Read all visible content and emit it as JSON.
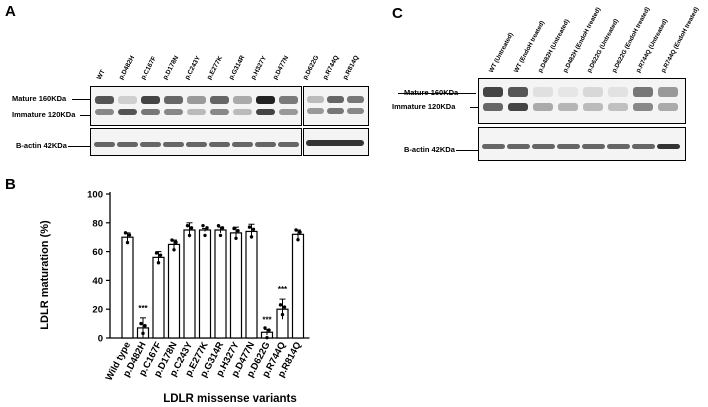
{
  "panels": {
    "a": "A",
    "b": "B",
    "c": "C"
  },
  "panelA": {
    "lanes": [
      "WT",
      "p.D482H",
      "p.C167F",
      "p.D178N",
      "p.C243Y",
      "p.E277K",
      "p.G314R",
      "p.H327Y",
      "p.D477N",
      "p.D622G",
      "p.R744Q",
      "p.R814Q"
    ],
    "mature_label": "Mature",
    "mature_kda": "160KDa",
    "immature_label": "Immature",
    "immature_kda": "120KDa",
    "actin_label": "B-actin",
    "actin_kda": "42KDa"
  },
  "panelC": {
    "lanes": [
      "WT (Untreated)",
      "WT (EndoH treated)",
      "p.D482H (Untreated)",
      "p.D482H (EndoH treated)",
      "p.D622G (Untreated)",
      "p.D622G (EndoH treated)",
      "p.R744Q (Untreated)",
      "p.R744Q (EndoH treated)"
    ],
    "mature_label": "Mature",
    "mature_kda": "160KDa",
    "immature_label": "Immature",
    "immature_kda": "120KDa",
    "actin_label": "B-actin",
    "actin_kda": "42KDa"
  },
  "chart_data": {
    "type": "bar",
    "xlabel": "LDLR missense variants",
    "ylabel": "LDLR maturation (%)",
    "ylim": [
      0,
      100
    ],
    "yticks": [
      0,
      20,
      40,
      60,
      80,
      100
    ],
    "categories": [
      "Wild type",
      "p.D482H",
      "p.C167F",
      "p.D178N",
      "p.C243Y",
      "p.E277K",
      "p.G314R",
      "p.H327Y",
      "p.D477N",
      "p.D622G",
      "p.R744Q",
      "p.R814Q"
    ],
    "values": [
      70,
      7,
      56,
      65,
      75,
      75,
      75,
      73,
      74,
      4,
      20,
      72
    ],
    "errors": [
      3,
      7,
      4,
      3,
      5,
      1,
      2,
      4,
      5,
      2,
      7,
      3
    ],
    "annotations": [
      "",
      "***",
      "",
      "",
      "",
      "",
      "",
      "",
      "",
      "***",
      "***",
      ""
    ]
  }
}
